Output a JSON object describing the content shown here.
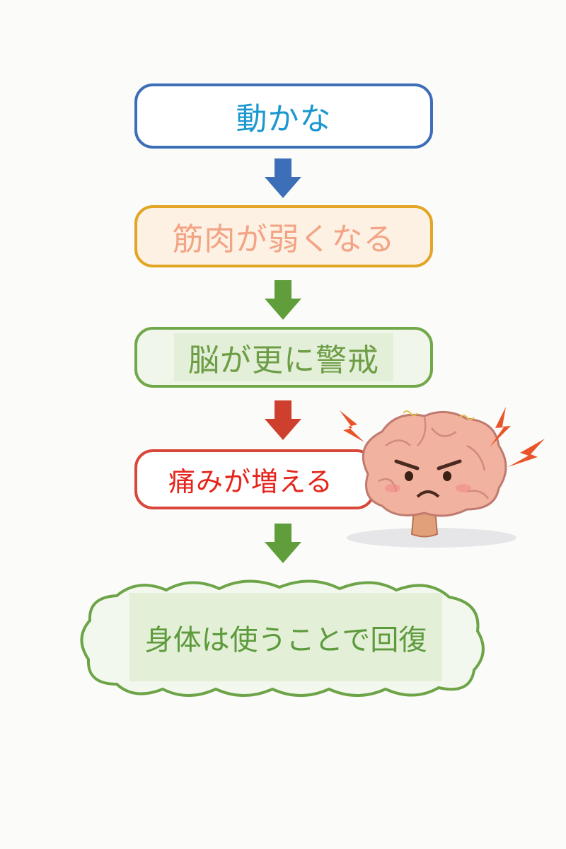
{
  "steps": [
    {
      "label": "動かな",
      "color": "#3d6fb8"
    },
    {
      "label": "筋肉が弱くなる",
      "color": "#e3a526"
    },
    {
      "label": "脳が更に警戒",
      "color": "#71a84a"
    },
    {
      "label": "痛みが増える",
      "color": "#d8473a"
    }
  ],
  "conclusion": {
    "label": "身体は使うことで回復",
    "color": "#71a84a"
  },
  "arrows": [
    {
      "color": "#3d6fb8"
    },
    {
      "color": "#5f9e3a"
    },
    {
      "color": "#cf3f2e"
    },
    {
      "color": "#5f9e3a"
    }
  ],
  "illustration": {
    "icon": "angry-brain-icon"
  }
}
